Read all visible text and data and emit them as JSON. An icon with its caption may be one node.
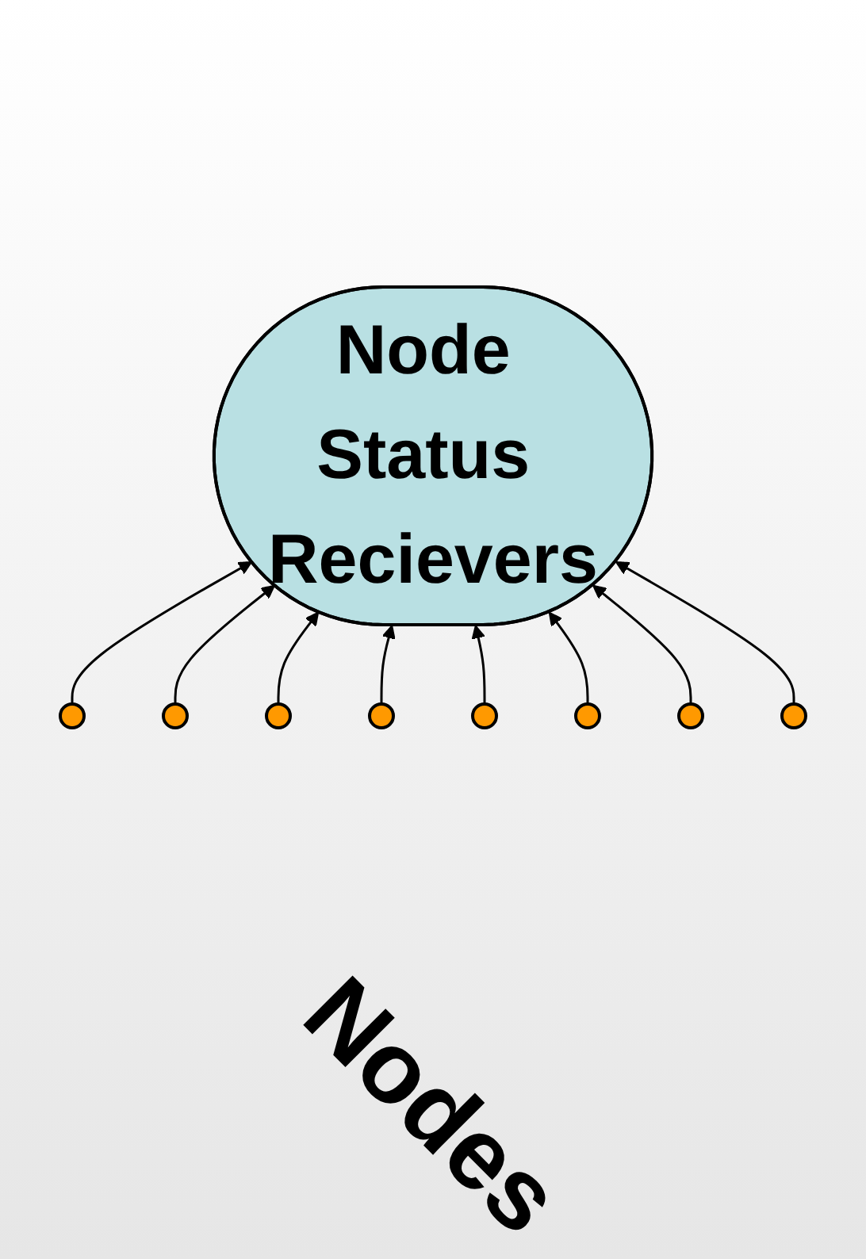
{
  "diagram": {
    "nodes": [
      {
        "text": [
          "Node Status Recievers"
        ]
      },
      {
        "text": [],
        "shape": "circle"
      },
      {
        "text": [],
        "shape": "circle"
      },
      {
        "text": [],
        "shape": "circle"
      },
      {
        "text": [],
        "shape": "circle"
      },
      {
        "text": [],
        "shape": "circle"
      },
      {
        "text": [],
        "shape": "circle"
      },
      {
        "text": [],
        "shape": "circle"
      },
      {
        "text": [],
        "shape": "circle"
      }
    ],
    "edges": [
      {
        "from": 1,
        "to": 0,
        "arrow": "to"
      },
      {
        "from": 2,
        "to": 0,
        "arrow": "to"
      },
      {
        "from": 3,
        "to": 0,
        "arrow": "to"
      },
      {
        "from": 4,
        "to": 0,
        "arrow": "to"
      },
      {
        "from": 5,
        "to": 0,
        "arrow": "to"
      },
      {
        "from": 6,
        "to": 0,
        "arrow": "to"
      },
      {
        "from": 7,
        "to": 0,
        "arrow": "to"
      },
      {
        "from": 8,
        "to": 0,
        "arrow": "to"
      }
    ],
    "labels": [
      "Nodes"
    ]
  }
}
